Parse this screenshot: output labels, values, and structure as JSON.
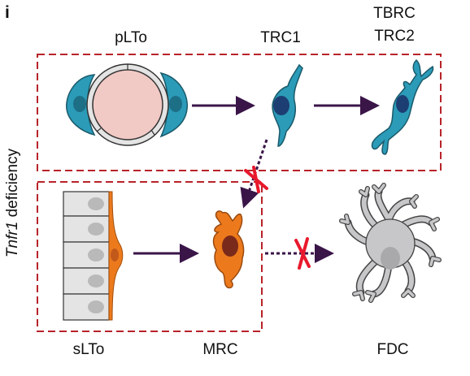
{
  "panel_letter": "i",
  "labels": {
    "pLTo": "pLTo",
    "TRC1": "TRC1",
    "TBRC": "TBRC",
    "TRC2": "TRC2",
    "sLTo": "sLTo",
    "MRC": "MRC",
    "FDC": "FDC"
  },
  "side_label": {
    "gene": "Tnfr1",
    "text": " deficiency"
  },
  "colors": {
    "box_border": "#b8232a",
    "arrow": "#3a1548",
    "block": "#e8192c",
    "trc_fill": "#2b9bb8",
    "trc_nucleus": "#1d3e73",
    "mrc_fill": "#ec7a1c",
    "mrc_nucleus": "#7a2a1a",
    "fdc_fill": "#c7c7c9",
    "pLTo_core": "#f1c9c5"
  }
}
